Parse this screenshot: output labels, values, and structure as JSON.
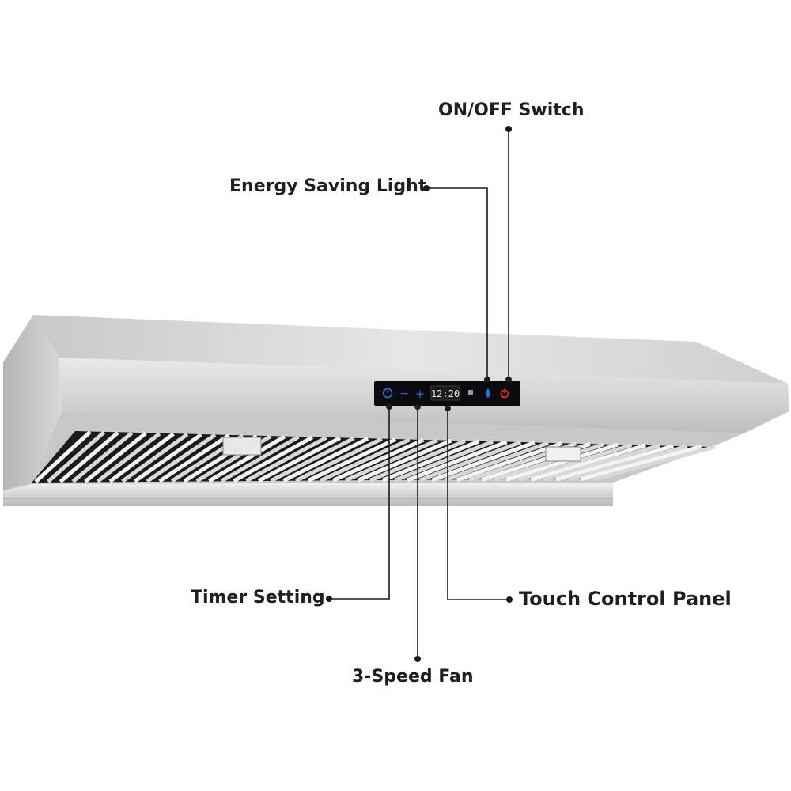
{
  "callouts": {
    "on_off": "ON/OFF Switch",
    "energy_light": "Energy Saving Light",
    "timer": "Timer Setting",
    "touch_panel": "Touch Control Panel",
    "fan": "3-Speed Fan"
  },
  "panel": {
    "clock": "12:20",
    "minus": "−",
    "plus": "+"
  },
  "colors": {
    "text": "#1f1f1f",
    "leader": "#1a1a1a",
    "panel": "#0b0b0f",
    "panel_blue": "#2f6fe0",
    "panel_red": "#e02626",
    "steel_light": "#dcdcdc",
    "steel_dark": "#a9a9a9"
  }
}
